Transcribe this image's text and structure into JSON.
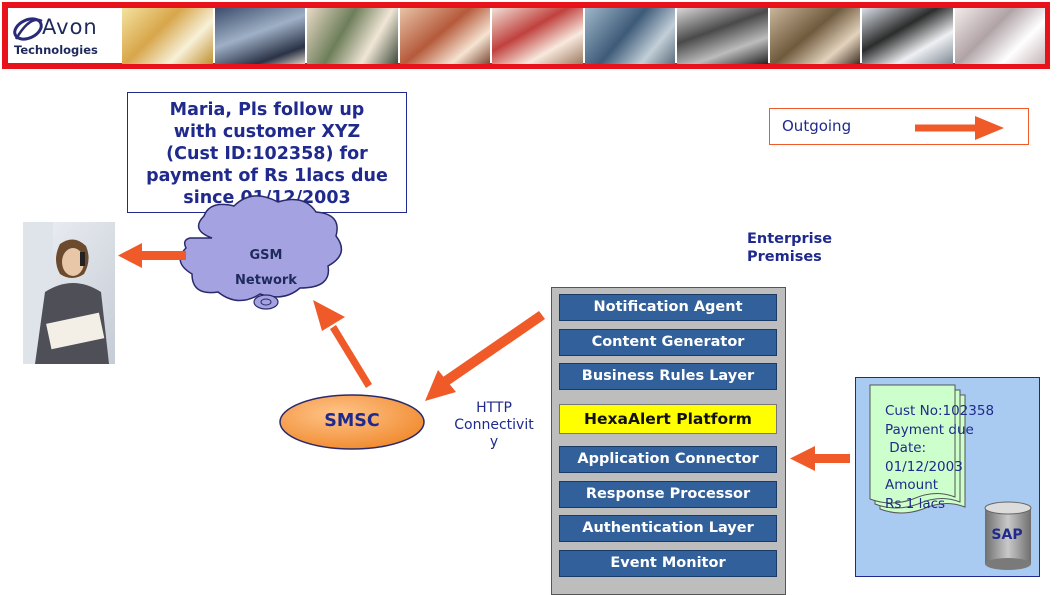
{
  "colors": {
    "banner_border": "#e8121a",
    "arrow": "#f05a28",
    "text_navy": "#1f2a8c",
    "layer_fill": "#32609a",
    "highlight_fill": "#ffff00",
    "smsc_fill": "#f39a4c",
    "cloud_fill": "#a4a2e0",
    "sap_panel_fill": "#a9cbf2"
  },
  "header": {
    "logo_word": "Avon",
    "logo_subword": "Technologies",
    "photos": [
      "coffee-cup",
      "business-meeting",
      "two-women",
      "woman-phone",
      "woman-laptop",
      "man-presenting",
      "car-dashboard-phone",
      "people-chatting",
      "woman-in-car",
      "hand-with-phone"
    ]
  },
  "note": {
    "text": "Maria, Pls follow up\nwith customer XYZ\n(Cust ID:102358) for\npayment of Rs 1lacs due\nsince 01/12/2003"
  },
  "legend": {
    "label": "Outgoing"
  },
  "network": {
    "gsm_line1": "GSM",
    "gsm_line2": "Network",
    "smsc_label": "SMSC",
    "http_label": "HTTP\nConnectivit\ny"
  },
  "enterprise": {
    "title": "Enterprise\nPremises",
    "layers": [
      "Notification Agent",
      "Content Generator",
      "Business Rules Layer",
      "HexaAlert Platform",
      "Application Connector",
      "Response Processor",
      "Authentication Layer",
      "Event Monitor"
    ],
    "highlight_layer": "HexaAlert Platform"
  },
  "data_source": {
    "document_text": "Cust No:102358\nPayment due\n Date:\n01/12/2003\nAmount\nRs 1 lacs",
    "database_label": "SAP"
  }
}
